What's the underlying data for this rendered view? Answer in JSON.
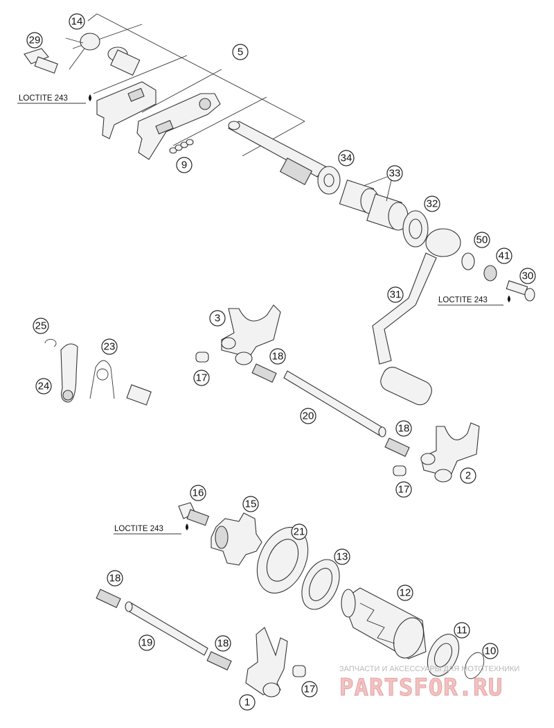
{
  "loctite_labels": [
    "LOCTITE 243",
    "LOCTITE 243",
    "LOCTITE 243"
  ],
  "callouts": [
    "1",
    "2",
    "3",
    "5",
    "9",
    "10",
    "11",
    "12",
    "13",
    "14",
    "15",
    "16",
    "17",
    "17",
    "17",
    "18",
    "18",
    "18",
    "18",
    "19",
    "20",
    "21",
    "23",
    "24",
    "25",
    "29",
    "30",
    "31",
    "32",
    "33",
    "34",
    "41",
    "50"
  ],
  "watermark": {
    "tagline": "ЗАПЧАСТИ И АКСЕССУАРЫ ДЛЯ МОТОТЕХНИКИ",
    "brand": "PARTSFOR.RU"
  },
  "colors": {
    "line": "#333333",
    "part_fill": "#f2f2f2",
    "watermark": "#e6a0a0"
  }
}
